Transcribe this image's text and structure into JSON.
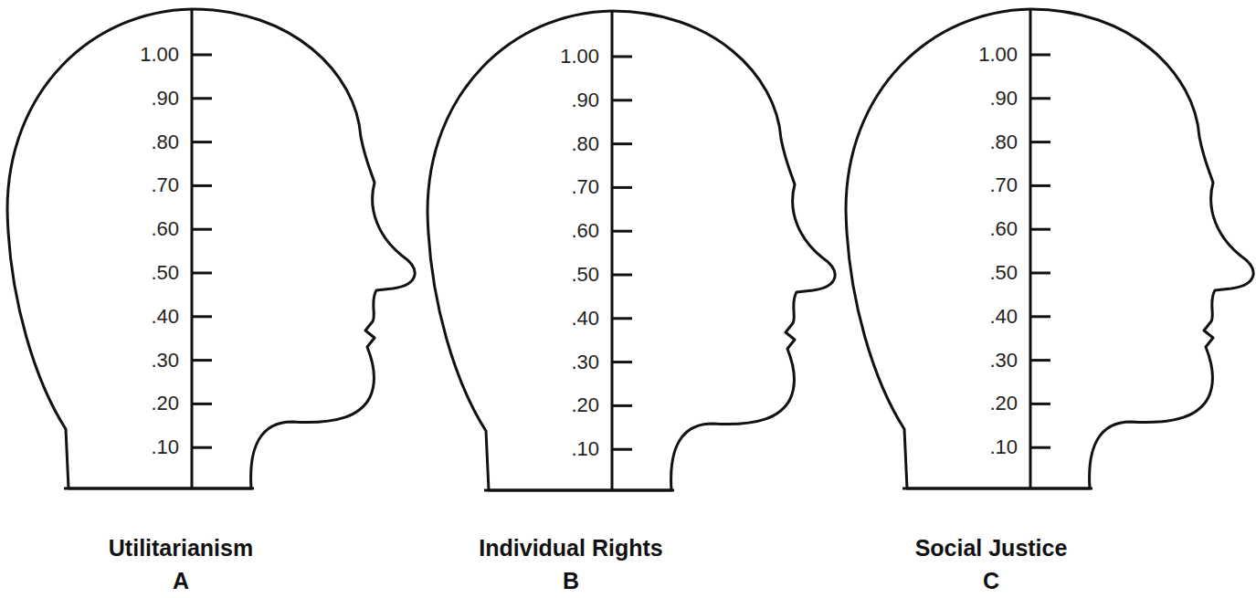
{
  "diagram": {
    "nodes": [
      {
        "text": [
          "1.00",
          ".90",
          ".80",
          ".70",
          ".60",
          ".50",
          ".40",
          ".30",
          ".20",
          ".10",
          "Utilitarianism",
          "A"
        ]
      },
      {
        "text": [
          "1.00",
          ".90",
          ".80",
          ".70",
          ".60",
          ".50",
          ".40",
          ".30",
          ".20",
          ".10",
          "Individual Rights",
          "B"
        ]
      },
      {
        "text": [
          "1.00",
          ".90",
          ".80",
          ".70",
          ".60",
          ".50",
          ".40",
          ".30",
          ".20",
          ".10",
          "Social Justice",
          "C"
        ]
      }
    ]
  }
}
